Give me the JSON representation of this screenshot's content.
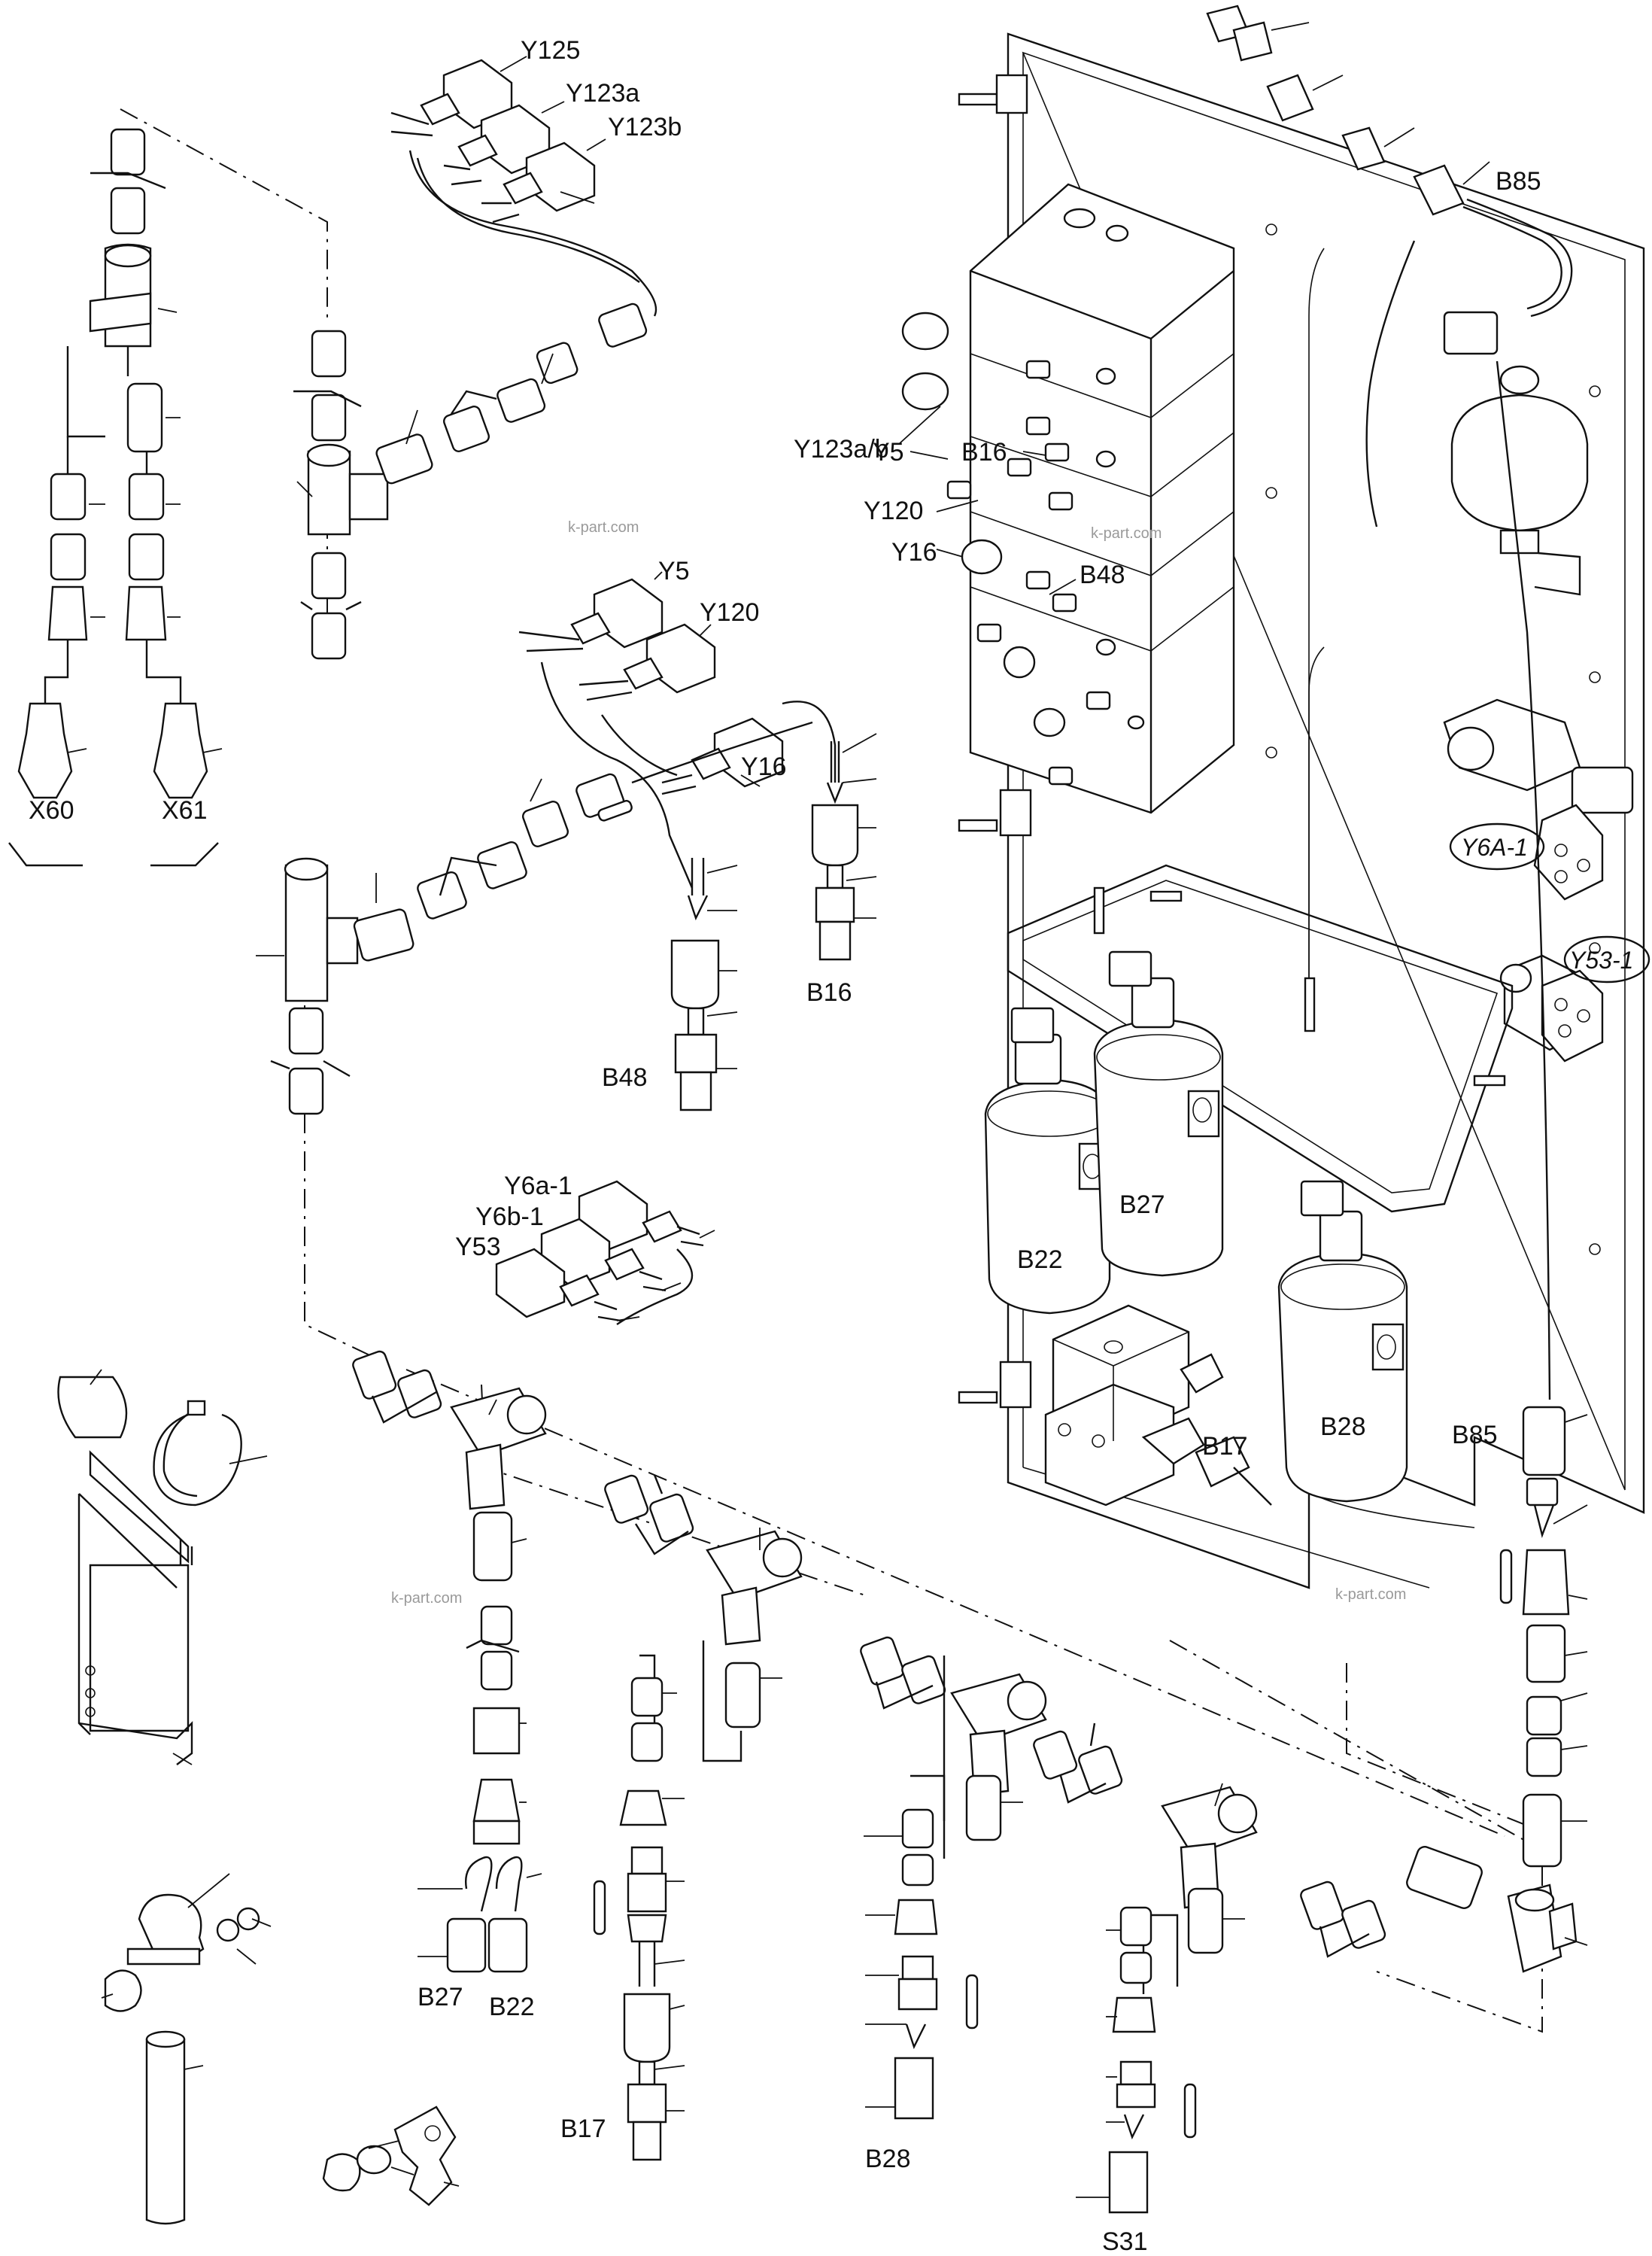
{
  "labels": {
    "y125": "Y125",
    "y123a": "Y123a",
    "y123b": "Y123b",
    "b85_top": "B85",
    "y123ab": "Y123a/b",
    "y5_valve": "Y5",
    "b16_valve": "B16",
    "y120_valve": "Y120",
    "y16_valve": "Y16",
    "b48_valve": "B48",
    "y5_conn": "Y5",
    "y120_conn": "Y120",
    "y16_conn": "Y16",
    "x60": "X60",
    "x61": "X61",
    "b16_sensor": "B16",
    "b48_sensor": "B48",
    "y6a1_circle": "Y6A-1",
    "y531_circle": "Y53-1",
    "y6a1_conn": "Y6a-1",
    "y6b1_conn": "Y6b-1",
    "y53_conn": "Y53",
    "b27_filter": "B27",
    "b22_filter": "B22",
    "b28_filter": "B28",
    "b17_block": "B17",
    "b85_right": "B85",
    "b27_bottom": "B27",
    "b22_bottom": "B22",
    "b17_bottom": "B17",
    "b28_bottom": "B28",
    "s31_bottom": "S31"
  },
  "watermarks": {
    "wm1": "k-part.com",
    "wm2": "k-part.com",
    "wm3": "k-part.com",
    "wm4": "k-part.com"
  }
}
